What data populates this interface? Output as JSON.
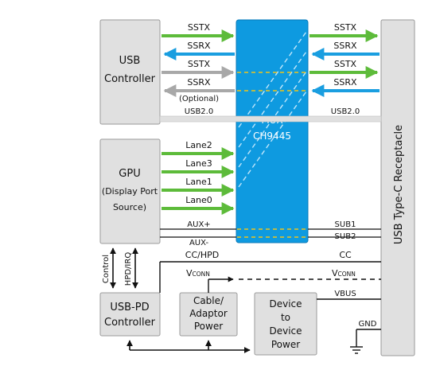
{
  "blocks": {
    "usb_controller": [
      "USB",
      "Controller"
    ],
    "gpu": [
      "GPU",
      "(Display Port",
      "Source)"
    ],
    "mux": [
      "MUX",
      "CH9445"
    ],
    "receptacle": "USB Type-C Receptacle",
    "usb_pd": [
      "USB-PD",
      "Controller"
    ],
    "cable_power": [
      "Cable/",
      "Adaptor",
      "Power"
    ],
    "device_power": [
      "Device",
      "to",
      "Device",
      "Power"
    ]
  },
  "left_signals": {
    "sstx1": "SSTX",
    "ssrx1": "SSRX",
    "sstx2": "SSTX",
    "ssrx2": "SSRX",
    "optional": "(Optional)",
    "usb2": "USB2.0",
    "lane2": "Lane2",
    "lane3": "Lane3",
    "lane1": "Lane1",
    "lane0": "Lane0",
    "aux_p": "AUX+",
    "aux_n": "AUX-"
  },
  "right_signals": {
    "sstx1": "SSTX",
    "ssrx1": "SSRX",
    "sstx2": "SSTX",
    "ssrx2": "SSRX",
    "usb2": "USB2.0",
    "sub1": "SUB1",
    "sub2": "SUB2",
    "cc": "CC",
    "vconn_main": "V",
    "vconn_sub": "CONN",
    "vbus": "VBUS",
    "gnd": "GND"
  },
  "bus_labels": {
    "cc_hpd": "CC/HPD",
    "vconn_main": "V",
    "vconn_sub": "CONN",
    "control": "Control",
    "hpd_irq": "HPD/IRQ"
  },
  "colors": {
    "green": "#5dbb3a",
    "blue": "#1a9ee0",
    "gray": "#a8a8a8",
    "mux_fill": "#0e9ae0",
    "block_fill": "#e0e0e0",
    "dash_yellow": "#f0c419"
  }
}
